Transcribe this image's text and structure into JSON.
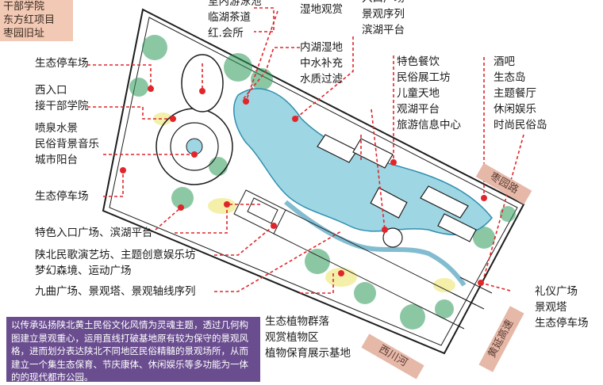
{
  "top_left_box": [
    "干部学院",
    "东方红项目",
    "枣园旧址"
  ],
  "labels": {
    "eco_parking_1": "生态停车场",
    "west_entrance": [
      "西入口",
      "接干部学院"
    ],
    "fountain": [
      "喷泉水景",
      "民俗背景音乐",
      "城市阳台"
    ],
    "eco_parking_2": "生态停车场",
    "feature_entrance": "特色入口广场、滨湖平台",
    "shaanbei_song": [
      "陕北民歌演艺坊、主题创意娱乐坊",
      "梦幻森境、运动广场"
    ],
    "jiuqu": "九曲广场、景观塔、景观轴线序列",
    "indoor_swim": [
      "室内游泳池",
      "临湖茶道",
      "红.会所"
    ],
    "wetland_view": "湿地观赏",
    "inner_lake": [
      "内湖湿地",
      "中水补充",
      "水质过滤"
    ],
    "entrance_plaza": [
      "入口广场",
      "景观序列",
      "滨湖平台"
    ],
    "features": [
      "特色餐饮",
      "民俗展工坊",
      "儿童天地",
      "观湖平台",
      "旅游信息中心"
    ],
    "bar": [
      "酒吧",
      "生态岛",
      "主题餐厅",
      "休闲娱乐",
      "时尚民俗岛"
    ],
    "ceremony": [
      "礼仪广场",
      "景观塔",
      "生态停车场"
    ],
    "eco_plants": [
      "生态植物群落",
      "观赏植物区",
      "植物保育展示基地"
    ]
  },
  "roads": {
    "zaoyuan_road": "枣园路",
    "xichuan_river": "西川河",
    "yanyan_highway": "黄延高速"
  },
  "summary_text": "以传承弘扬陕北黄土民俗文化风情为灵魂主题，透过几何构图建立景观重心，运用直线打破基地原有较为保守的景观风格，进而划分表达陕北不同地区民俗精髓的景观场所，从而建立一个集生态保育、节庆康体、休闲娱乐等多功能为一体的的现代都市公园。",
  "colors": {
    "water": "#9fd6e3",
    "water_dark": "#2f8fb0",
    "grass": "#f3eea0",
    "tree": "#2f9a5a",
    "callout": "#e0262b",
    "summary_bg": "#6a4d8f",
    "road_tag": "#e6b8a8"
  }
}
